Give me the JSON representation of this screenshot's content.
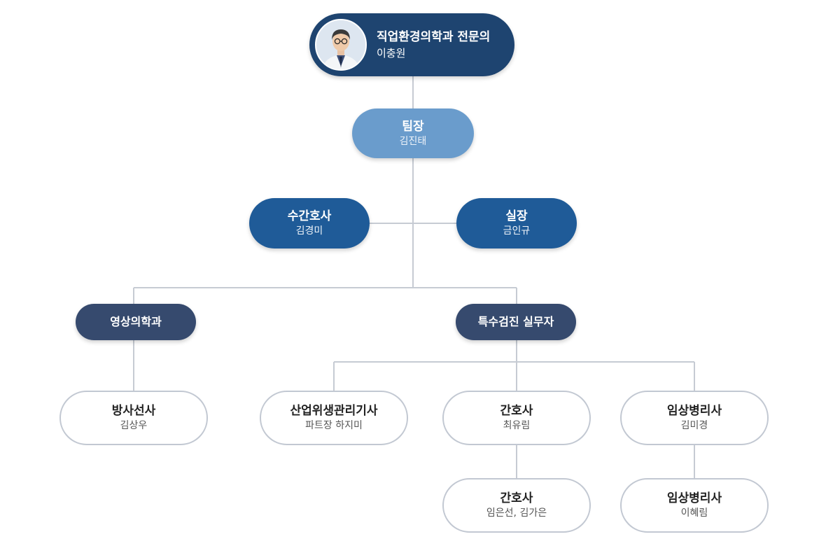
{
  "colors": {
    "director": "#1e4470",
    "leader": "#6a9ccc",
    "manager": "#1f5b98",
    "department": "#364a6e",
    "outline": "#c2c8d2",
    "connector": "#c6cbd3"
  },
  "org": {
    "director": {
      "role": "직업환경의학과 전문의",
      "name": "이충원",
      "photo": "doctor-portrait"
    },
    "leader": {
      "role": "팀장",
      "name": "김진태"
    },
    "head_nurse": {
      "role": "수간호사",
      "name": "김경미"
    },
    "office_head": {
      "role": "실장",
      "name": "금인규"
    },
    "radiology_dept": {
      "role": "영상의학과"
    },
    "special_exam_dept": {
      "role": "특수검진 실무자"
    },
    "radiographer": {
      "role": "방사선사",
      "name": "김상우"
    },
    "hygienist": {
      "role": "산업위생관리기사",
      "name": "파트장 하지미"
    },
    "nurse_1": {
      "role": "간호사",
      "name": "최유림"
    },
    "pathologist_1": {
      "role": "임상병리사",
      "name": "김미경"
    },
    "nurse_2": {
      "role": "간호사",
      "name": "임은선, 김가은"
    },
    "pathologist_2": {
      "role": "임상병리사",
      "name": "이혜림"
    }
  }
}
